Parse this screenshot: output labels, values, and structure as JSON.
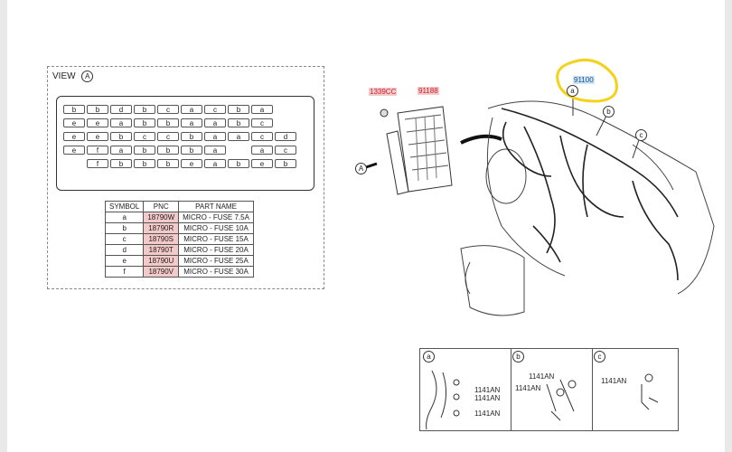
{
  "view": {
    "label": "VIEW",
    "marker": "A"
  },
  "fuse_rows": [
    [
      "b",
      "b",
      "d",
      "b",
      "c",
      "a",
      "c",
      "b",
      "a",
      ""
    ],
    [
      "e",
      "e",
      "a",
      "b",
      "b",
      "a",
      "a",
      "b",
      "c",
      ""
    ],
    [
      "e",
      "e",
      "b",
      "c",
      "c",
      "b",
      "a",
      "a",
      "c",
      "d"
    ],
    [
      "e",
      "f",
      "a",
      "b",
      "b",
      "b",
      "a",
      "",
      "a",
      "c"
    ],
    [
      "",
      "f",
      "b",
      "b",
      "b",
      "e",
      "a",
      "b",
      "e",
      "b"
    ]
  ],
  "legend": {
    "headers": [
      "SYMBOL",
      "PNC",
      "PART NAME"
    ],
    "rows": [
      [
        "a",
        "18790W",
        "MICRO - FUSE 7.5A"
      ],
      [
        "b",
        "18790R",
        "MICRO - FUSE 10A"
      ],
      [
        "c",
        "18790S",
        "MICRO - FUSE 15A"
      ],
      [
        "d",
        "18790T",
        "MICRO - FUSE 20A"
      ],
      [
        "e",
        "18790U",
        "MICRO - FUSE 25A"
      ],
      [
        "f",
        "18790V",
        "MICRO - FUSE 30A"
      ]
    ]
  },
  "labels": {
    "part_1339cc": "1339CC",
    "part_91188": "91188",
    "part_91100": "91100",
    "marker_a": "a",
    "marker_b": "b",
    "marker_c": "c",
    "marker_A": "A"
  },
  "callouts": {
    "a": {
      "marker": "a",
      "parts": [
        "1141AN",
        "1141AN",
        "1141AN"
      ]
    },
    "b": {
      "marker": "b",
      "parts": [
        "1141AN",
        "1141AN"
      ]
    },
    "c": {
      "marker": "c",
      "parts": [
        "1141AN"
      ]
    }
  },
  "colors": {
    "highlight_ring": "#f5d21a",
    "red_label": "#c23",
    "blue_label": "#1a4f8a"
  }
}
